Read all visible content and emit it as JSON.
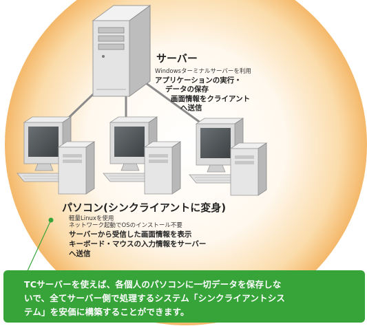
{
  "server": {
    "title": "サーバー",
    "subtitle": "Windowsターミナルサーバーを利用",
    "lines": [
      "アプリケーションの実行・",
      "データの保存",
      "画面情報をクライアント",
      "へ送信"
    ]
  },
  "client": {
    "title": "パソコン(シンクライアントに変身)",
    "sub_lines": [
      "軽量Linuxを使用",
      "ネットワーク起動でOSのインストール不要"
    ],
    "lines": [
      "サーバーから受信した画面情報を表示",
      "キーボード・マウスの入力情報をサーバー",
      "へ送信"
    ]
  },
  "callout": {
    "lines": [
      "TCサーバーを使えば、各個人のパソコンに一切データを保存しな",
      "いで、全てサーバー側で処理するシステム「シンクライアントシス",
      "テム」を安価に構築することができます。"
    ]
  },
  "colors": {
    "glow_center": "#ffffff",
    "glow_edge": "#f6c07a",
    "callout_bg": "#37a43a",
    "connector": "#888888"
  }
}
